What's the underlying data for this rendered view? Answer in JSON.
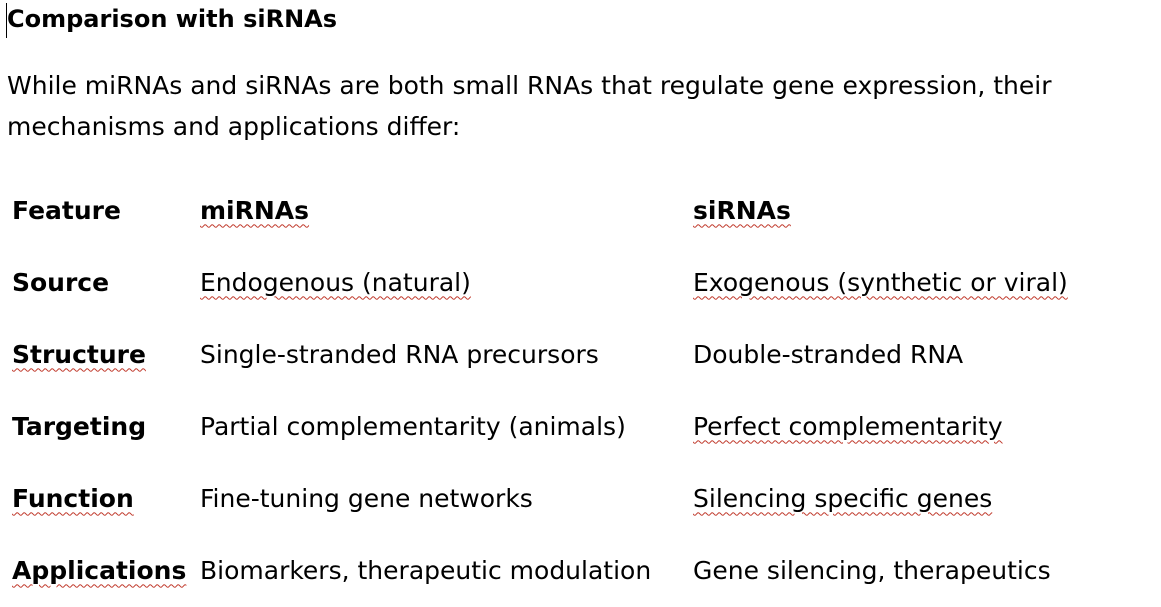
{
  "document": {
    "heading": "Comparison with siRNAs",
    "paragraph": "While miRNAs and siRNAs are both small RNAs that regulate gene expression, their mechanisms and applications differ:"
  },
  "table": {
    "headers": [
      "Feature",
      "miRNAs",
      "siRNAs"
    ],
    "rows": [
      {
        "feature": "Source",
        "mirna": "Endogenous (natural)",
        "sirna": "Exogenous (synthetic or viral)"
      },
      {
        "feature": "Structure",
        "mirna": "Single-stranded RNA precursors",
        "sirna": "Double-stranded RNA"
      },
      {
        "feature": "Targeting",
        "mirna": "Partial complementarity (animals)",
        "sirna": "Perfect complementarity"
      },
      {
        "feature": "Function",
        "mirna": "Fine-tuning gene networks",
        "sirna": "Silencing specific genes"
      },
      {
        "feature": "Applications",
        "mirna": "Biomarkers, therapeutic modulation",
        "sirna": "Gene silencing, therapeutics"
      }
    ]
  },
  "colors": {
    "text": "#000000",
    "spellcheck_underline": "#c0392b",
    "background": "#ffffff"
  }
}
